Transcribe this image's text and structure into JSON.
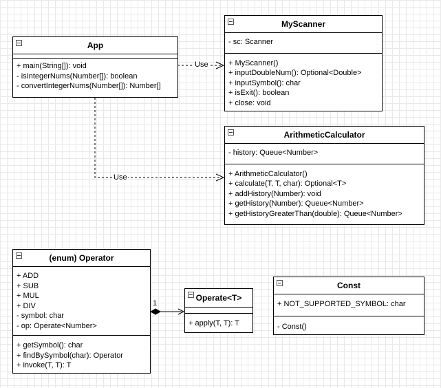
{
  "classes": {
    "app": {
      "title": "App",
      "attributes": [],
      "methods": [
        "+ main(String[]): void",
        "-  isIntegerNums(Number[]): boolean",
        "- convertIntegerNums(Number[]): Number[]"
      ]
    },
    "my_scanner": {
      "title": "MyScanner",
      "attributes": [
        "- sc: Scanner"
      ],
      "methods": [
        "+ MyScanner()",
        "+ inputDoubleNum(): Optional<Double>",
        "+ inputSymbol(): char",
        "+ isExit(): boolean",
        "+ close: void"
      ]
    },
    "arithmetic_calculator": {
      "title": "ArithmeticCalculator",
      "attributes": [
        "- history: Queue<Number>"
      ],
      "methods": [
        "+ ArithmeticCalculator()",
        "+ calculate(T, T, char): Optional<T>",
        "+ addHistory(Number): void",
        "+ getHistory(Number): Queue<Number>",
        "+ getHistoryGreaterThan(double): Queue<Number>"
      ]
    },
    "operator": {
      "title": "(enum) Operator",
      "attributes": [
        "+ ADD",
        "+ SUB",
        "+ MUL",
        "+ DIV",
        "- symbol: char",
        "- op: Operate<Number>"
      ],
      "methods": [
        "+ getSymbol(): char",
        "+ findBySymbol(char): Operator",
        "+ invoke(T, T): T"
      ]
    },
    "operate": {
      "title": "Operate<T>",
      "attributes": [],
      "methods": [
        "+ apply(T, T): T"
      ]
    },
    "const": {
      "title": "Const",
      "attributes": [
        "+ NOT_SUPPORTED_SYMBOL: char"
      ],
      "methods": [
        "- Const()"
      ]
    }
  },
  "relations": {
    "use_label_1": "Use",
    "use_label_2": "Use",
    "composition_multiplicity": "1"
  }
}
